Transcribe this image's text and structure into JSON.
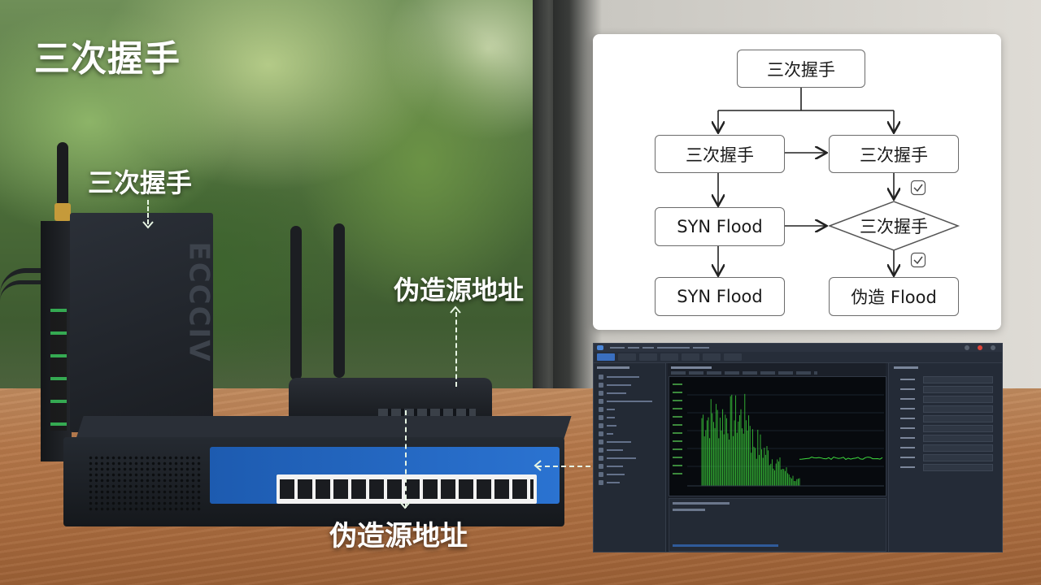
{
  "title": "三次握手",
  "callouts": {
    "top_left": "三次握手",
    "router": "伪造源地址",
    "bottom": "伪造源地址"
  },
  "device_logo": "ECCCIV",
  "flowchart": {
    "root": "三次握手",
    "left_1": "三次握手",
    "right_1": "三次握手",
    "left_2": "SYN Flood",
    "decision": "三次握手",
    "left_3": "SYN Flood",
    "right_3": "伪造 Flood"
  },
  "colors": {
    "chart_line": "#3fdc3f",
    "panel_bg": "#1f2530",
    "close_button": "#e0453a"
  },
  "icons": [
    "check-icon",
    "check-icon",
    "arrow-icon"
  ]
}
